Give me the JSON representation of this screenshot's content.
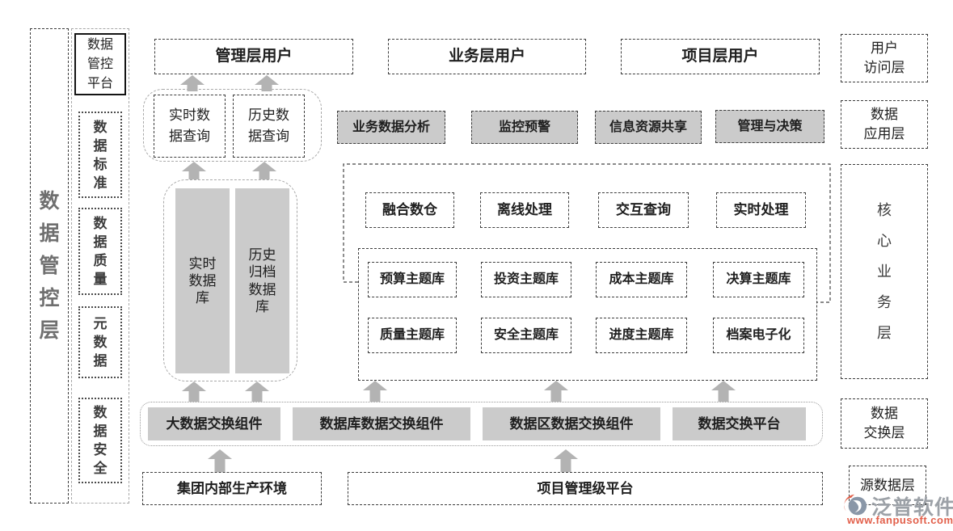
{
  "left_bar": {
    "label": "数\n据\n管\n控\n层"
  },
  "platform_column": {
    "title": "数据\n管控\n平台",
    "items": [
      "数\n据\n标\n准",
      "数\n据\n质\n量",
      "元\n数\n据",
      "数\n据\n安\n全"
    ]
  },
  "user_row": [
    "管理层用户",
    "业务层用户",
    "项目层用户"
  ],
  "layer_labels": {
    "user_access": "用户\n访问层",
    "data_application": "数据\n应用层",
    "core_business": "核\n心\n业\n务\n层",
    "data_exchange": "数据\n交换层",
    "source_data": "源数据层"
  },
  "query_boxes": [
    "实时数\n据查询",
    "历史数\n据查询"
  ],
  "application_boxes": [
    "业务数据分析",
    "监控预警",
    "信息资源共享",
    "管理与决策"
  ],
  "database_boxes": [
    "实时\n数据\n库",
    "历史\n归档\n数据\n库"
  ],
  "core_business": {
    "processing": [
      "融合数仓",
      "离线处理",
      "交互查询",
      "实时处理"
    ],
    "themes_row1": [
      "预算主题库",
      "投资主题库",
      "成本主题库",
      "决算主题库"
    ],
    "themes_row2": [
      "质量主题库",
      "安全主题库",
      "进度主题库",
      "档案电子化"
    ]
  },
  "exchange_boxes": [
    "大数据交换组件",
    "数据库数据交换组件",
    "数据区数据交换组件",
    "数据交换平台"
  ],
  "source_boxes": [
    "集团内部生产环境",
    "项目管理级平台"
  ],
  "logo": {
    "brand": "泛普软件",
    "url": "www.fanpusoft.com"
  },
  "colors": {
    "gray_fill": "#cbcbcb",
    "arrow": "#b3b3b3",
    "border_dark": "#3c3c3c",
    "container_border": "#a8a8a8",
    "logo_brand": "#9ca1a7",
    "logo_url": "#e2604b"
  }
}
